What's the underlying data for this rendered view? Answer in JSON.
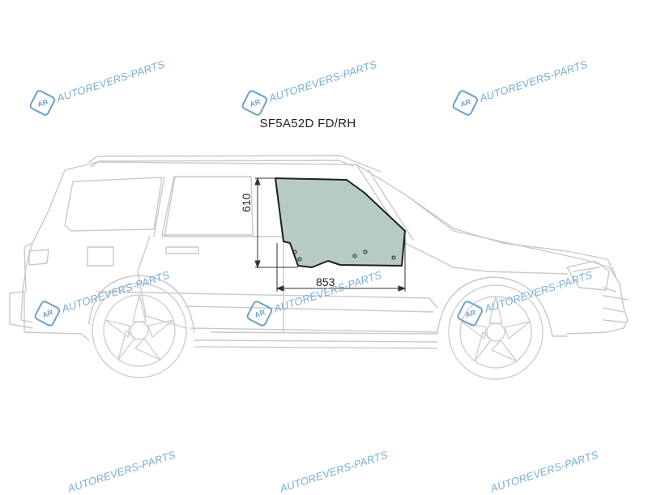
{
  "title": "SF5A52D FD/RH",
  "watermark": {
    "text": "AUTOREVERS-PARTS",
    "logo": "AR"
  },
  "dimensions": {
    "width": "853",
    "height": "610"
  },
  "colors": {
    "glass": "#b7cbc3",
    "outline": "#c8c8c8",
    "watermark": "#79add2"
  }
}
